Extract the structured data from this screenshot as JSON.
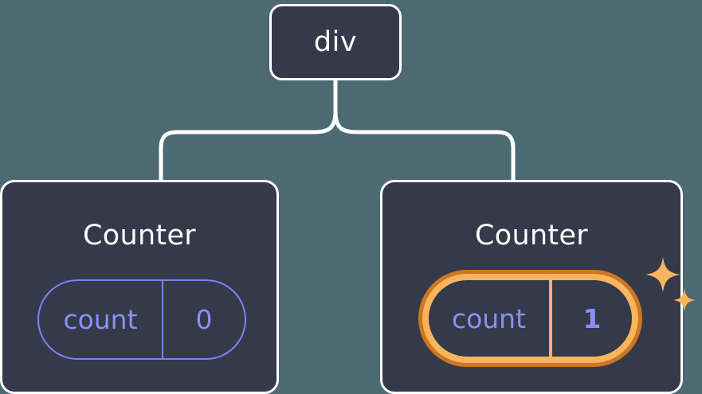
{
  "diagram": {
    "type": "component-tree",
    "background_color": "#4d6a72",
    "node_fill_color": "#353a4a",
    "node_border_color": "#ffffff",
    "connector_color": "#ffffff",
    "accent_indigo": "#8b90f2",
    "accent_orange_outer": "#ce7620",
    "accent_orange_inner": "#f9b45e"
  },
  "root": {
    "label": "div"
  },
  "children": [
    {
      "title": "Counter",
      "state": {
        "key": "count",
        "value": "0"
      },
      "highlighted": false,
      "sparkles": false
    },
    {
      "title": "Counter",
      "state": {
        "key": "count",
        "value": "1"
      },
      "highlighted": true,
      "sparkles": true
    }
  ]
}
